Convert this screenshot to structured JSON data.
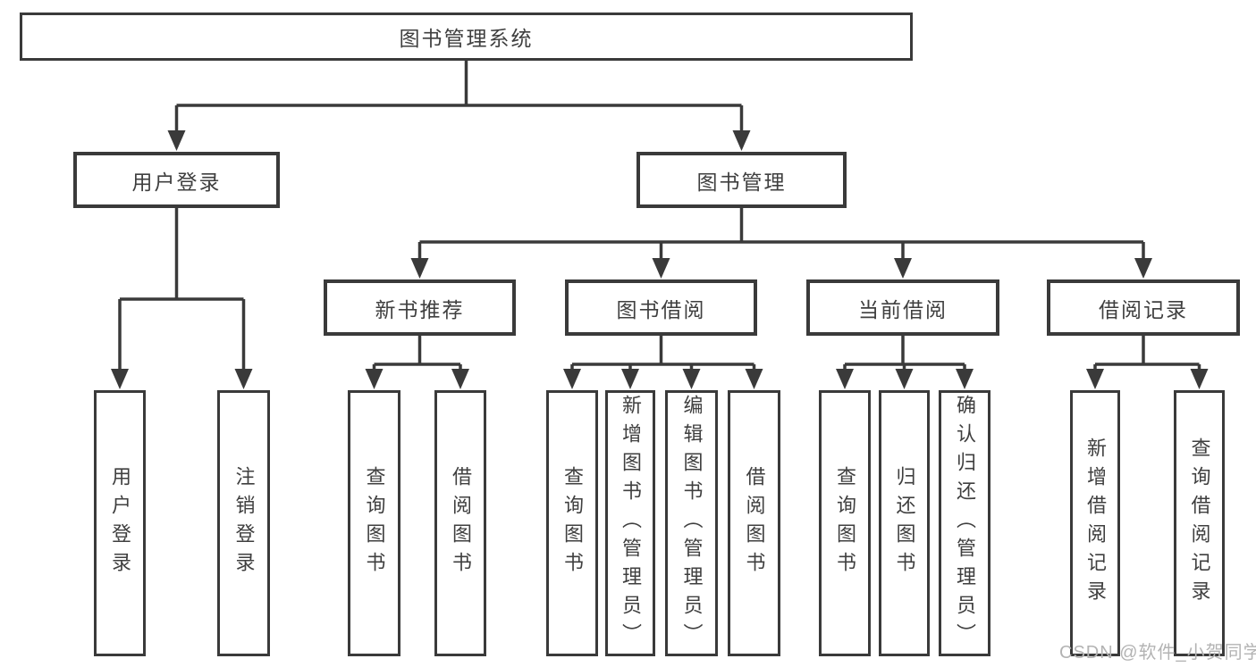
{
  "diagram": {
    "title": "图书管理系统",
    "type": "hierarchy-tree",
    "colors": {
      "line": "#3a3a3a",
      "text": "#3f3f3f",
      "background": "#ffffff",
      "watermark": "#b3b3b3"
    },
    "nodes": {
      "root": "图书管理系统",
      "user_login": "用户登录",
      "book_mgmt": "图书管理",
      "new_book_rec": "新书推荐",
      "book_borrow": "图书借阅",
      "current_borrow": "当前借阅",
      "borrow_record": "借阅记录",
      "ul_user_login": "用户登录",
      "ul_logout": "注销登录",
      "nb_query_book": "查询图书",
      "nb_borrow_book": "借阅图书",
      "bb_query_book": "查询图书",
      "bb_add_book": "新增图书（管理员）",
      "bb_edit_book": "编辑图书（管理员）",
      "bb_borrow_book": "借阅图书",
      "cb_query_book": "查询图书",
      "cb_return_book": "归还图书",
      "cb_confirm_return": "确认归还（管理员）",
      "br_add_record": "新增借阅记录",
      "br_query_record": "查询借阅记录"
    },
    "tree": {
      "root": "图书管理系统",
      "children": [
        {
          "label": "用户登录",
          "children": [
            "用户登录",
            "注销登录"
          ]
        },
        {
          "label": "图书管理",
          "children": [
            {
              "label": "新书推荐",
              "children": [
                "查询图书",
                "借阅图书"
              ]
            },
            {
              "label": "图书借阅",
              "children": [
                "查询图书",
                "新增图书（管理员）",
                "编辑图书（管理员）",
                "借阅图书"
              ]
            },
            {
              "label": "当前借阅",
              "children": [
                "查询图书",
                "归还图书",
                "确认归还（管理员）"
              ]
            },
            {
              "label": "借阅记录",
              "children": [
                "新增借阅记录",
                "查询借阅记录"
              ]
            }
          ]
        }
      ]
    },
    "watermark": "CSDN @软件_小贺同学"
  }
}
